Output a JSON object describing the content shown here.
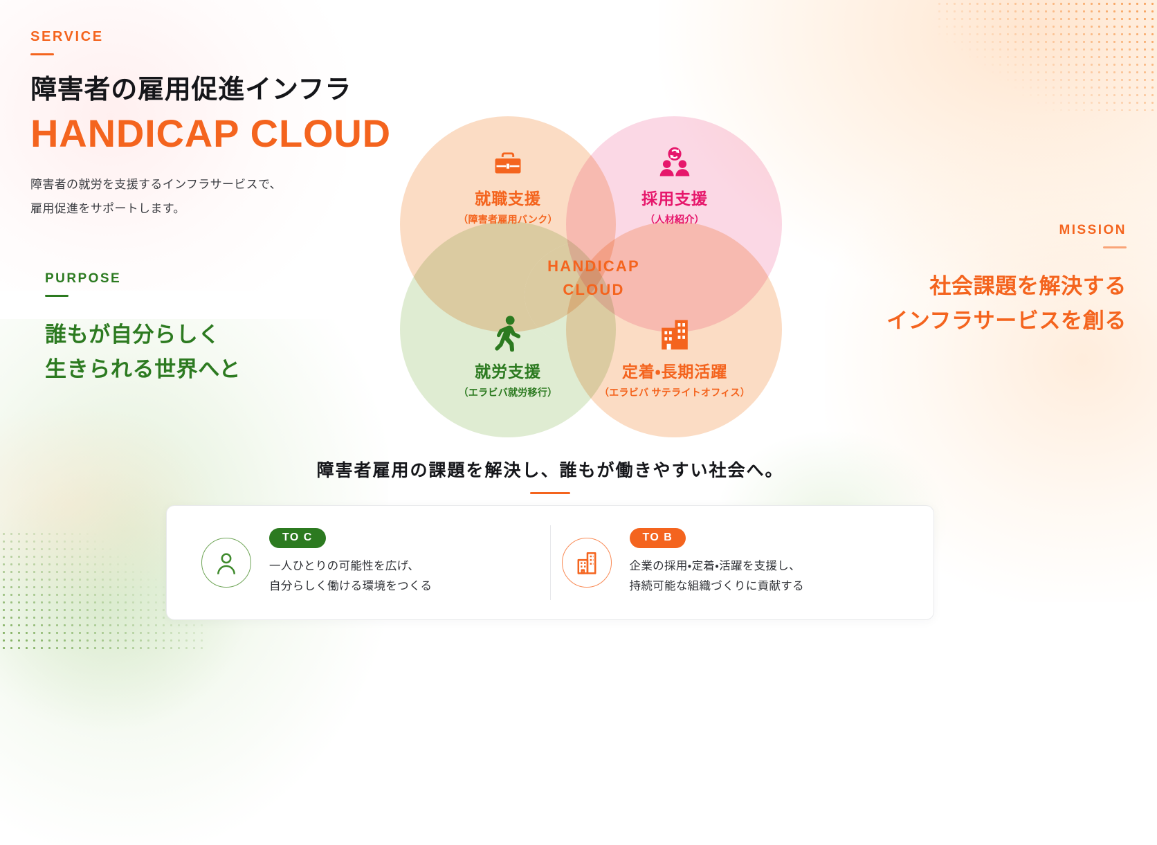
{
  "service": {
    "eyebrow": "SERVICE",
    "jp_title": "障害者の雇用促進インフラ",
    "en_title": "HANDICAP CLOUD",
    "desc_line1": "障害者の就労を支援するインフラサービスで、",
    "desc_line2": "雇用促進をサポートします。"
  },
  "purpose": {
    "eyebrow": "PURPOSE",
    "line1": "誰もが自分らしく",
    "line2": "生きられる世界へと"
  },
  "mission": {
    "eyebrow": "MISSION",
    "line1": "社会課題を解決する",
    "line2": "インフラサービスを創る"
  },
  "venn": {
    "center_line1": "HANDICAP",
    "center_line2": "CLOUD",
    "nodes": [
      {
        "key": "top_left",
        "icon": "briefcase-icon",
        "title": "就職支援",
        "sub": "（障害者雇用バンク）",
        "color": "#F4641E"
      },
      {
        "key": "top_right",
        "icon": "recruit-people-icon",
        "title": "採用支援",
        "sub": "（人材紹介）",
        "color": "#E6176B"
      },
      {
        "key": "bottom_left",
        "icon": "walking-person-icon",
        "title": "就労支援",
        "sub": "（エラビバ就労移行）",
        "color": "#2C7A20"
      },
      {
        "key": "bottom_right",
        "icon": "building-icon",
        "title": "定着・長期活躍",
        "sub": "（エラビバ サテライトオフィス）",
        "color": "#F4641E"
      }
    ]
  },
  "bottom": {
    "headline": "障害者雇用の課題を解決し、誰もが働きやすい社会へ。",
    "cards": [
      {
        "icon": "person-circle-icon",
        "badge": "TO C",
        "badge_color": "#2C7A20",
        "line1": "一人ひとりの可能性を広げ、",
        "line2": "自分らしく働ける環境をつくる"
      },
      {
        "icon": "building-circle-icon",
        "badge": "TO B",
        "badge_color": "#F4641E",
        "line1": "企業の採用・定着・活躍を支援し、",
        "line2": "持続可能な組織づくりに貢献する"
      }
    ]
  },
  "colors": {
    "accent_orange": "#F4641E",
    "accent_pink": "#E6176B",
    "accent_green": "#2C7A20",
    "text_dark": "#15161a"
  }
}
